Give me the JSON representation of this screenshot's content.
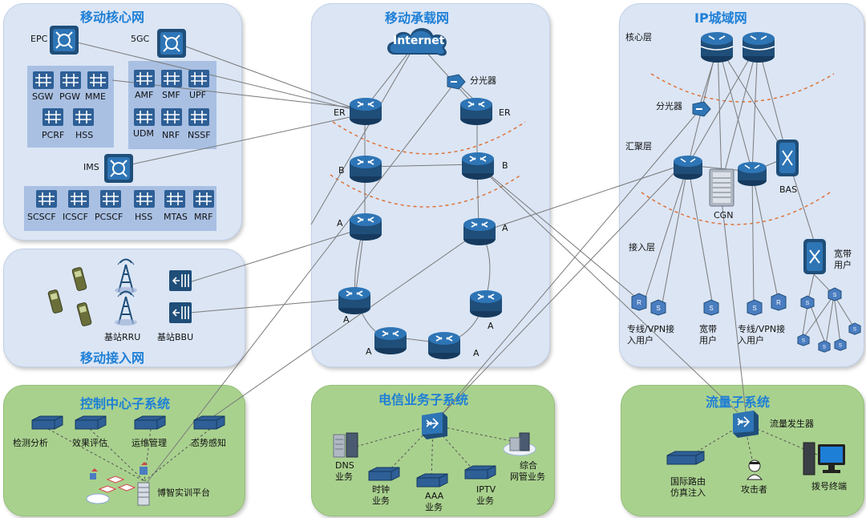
{
  "core": {
    "title": "移动核心网",
    "epc": "EPC",
    "fivegc": "5GC",
    "ims": "IMS",
    "sgw": "SGW",
    "pgw": "PGW",
    "mme": "MME",
    "pcrf": "PCRF",
    "hss": "HSS",
    "amf": "AMF",
    "smf": "SMF",
    "upf": "UPF",
    "udm": "UDM",
    "nrf": "NRF",
    "nssf": "NSSF",
    "scscf": "SCSCF",
    "icscf": "ICSCF",
    "pcscf": "PCSCF",
    "hss2": "HSS",
    "mtas": "MTAS",
    "mrf": "MRF"
  },
  "bearer": {
    "title": "移动承载网",
    "internet": "Internet",
    "splitter": "分光器",
    "er": "ER",
    "b": "B",
    "a": "A"
  },
  "metro": {
    "title": "IP城域网",
    "core_layer": "核心层",
    "agg_layer": "汇聚层",
    "access_layer": "接入层",
    "splitter": "分光器",
    "cgn": "CGN",
    "bas": "BAS",
    "broadband_user_a": "宽带",
    "broadband_user_b": "用户",
    "vpn_user_a": "专线/VPN接",
    "vpn_user_b": "入用户",
    "bb_user_a": "宽带",
    "bb_user_b": "用户",
    "vpn2_user_a": "专线/VPN接",
    "vpn2_user_b": "入用户"
  },
  "access": {
    "title": "移动接入网",
    "rru": "基站RRU",
    "bbu": "基站BBU"
  },
  "control": {
    "title": "控制中心子系统",
    "monitor": "检测分析",
    "evaluate": "效果评估",
    "ops": "运维管理",
    "situation": "态势感知",
    "platform": "博智实训平台"
  },
  "telecom": {
    "title": "电信业务子系统",
    "dns_a": "DNS",
    "dns_b": "业务",
    "clock_a": "时钟",
    "clock_b": "业务",
    "aaa_a": "AAA",
    "aaa_b": "业务",
    "iptv_a": "IPTV",
    "iptv_b": "业务",
    "nms_a": "综合",
    "nms_b": "网管业务"
  },
  "traffic": {
    "title": "流量子系统",
    "generator": "流量发生器",
    "bgp_a": "国际路由",
    "bgp_b": "仿真注入",
    "attacker": "攻击者",
    "dialer": "拨号终端"
  },
  "colors": {
    "title": "#1e7fd6",
    "panel_blue": "#dbe5f4",
    "panel_green": "#a9d18e",
    "router": "#1f4e79",
    "ring": "#e06c2e"
  }
}
